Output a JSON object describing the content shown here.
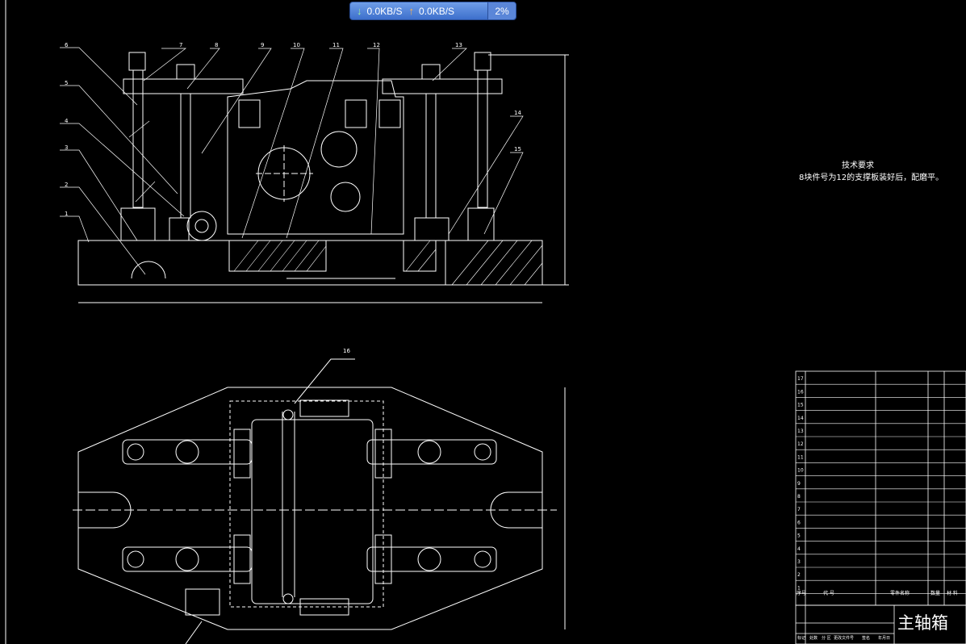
{
  "netbar": {
    "down": "0.0KB/S",
    "up": "0.0KB/S",
    "percent": "2%"
  },
  "callouts": [
    "1",
    "2",
    "3",
    "4",
    "5",
    "6",
    "7",
    "8",
    "9",
    "10",
    "11",
    "12",
    "13",
    "14",
    "15",
    "16"
  ],
  "tech_title": "技术要求",
  "tech_text": "8块件号为12的支撑板装好后，配磨平。",
  "bom_nums": [
    "17",
    "16",
    "15",
    "14",
    "13",
    "12",
    "11",
    "10",
    "9",
    "8",
    "7",
    "6",
    "5",
    "4",
    "3",
    "2",
    "1"
  ],
  "bom_header": {
    "seq": "序号",
    "code": "代 号",
    "name": "零件名称",
    "qty": "数量",
    "material": "材 料"
  },
  "title_name": "主轴箱",
  "title_row": [
    "标记",
    "处数",
    "分 区",
    "更改文件号",
    "签名",
    "年月日"
  ],
  "colors": {
    "line": "#ffffff",
    "bg": "#000000",
    "accent": "#5a86d8"
  }
}
